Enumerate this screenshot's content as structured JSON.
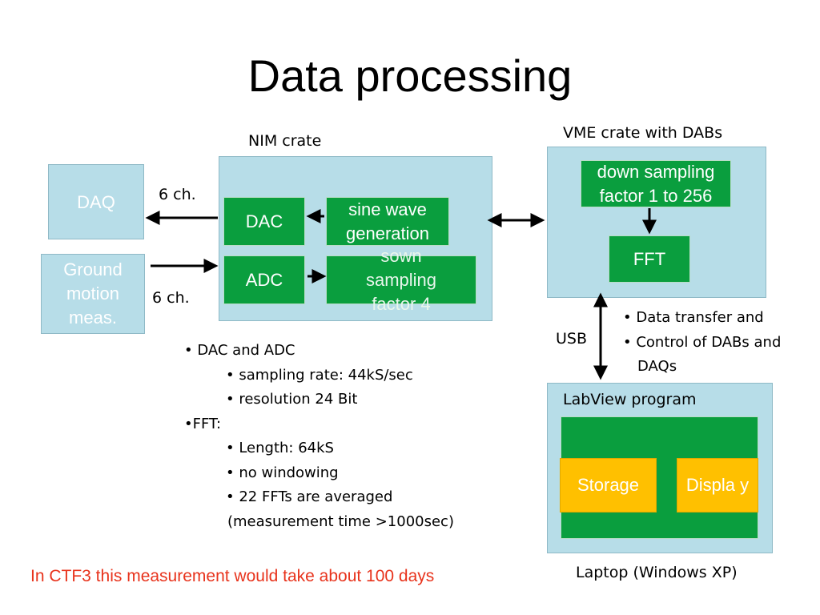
{
  "slide": {
    "title": "Data processing",
    "nim_crate_label": "NIM crate",
    "vme_crate_label": "VME crate with DABs",
    "daq": "DAQ",
    "ground_motion": "Ground motion meas.",
    "ch_out": "6 ch.",
    "ch_in": "6 ch.",
    "dac": "DAC",
    "adc": "ADC",
    "sine_wave": "sine wave generation",
    "sown_sampling": "sown sampling factor 4",
    "down_sampling": "down sampling factor 1 to 256",
    "fft": "FFT",
    "usb": "USB",
    "vme_notes": [
      "• Data transfer and",
      "• Control of DABs and",
      "DAQs"
    ],
    "labview": "LabView program",
    "storage": "Storage",
    "display": "Displa y",
    "laptop": "Laptop (Windows XP)",
    "notes": [
      "• DAC and ADC",
      "• sampling rate: 44kS/sec",
      "• resolution 24 Bit",
      "•FFT:",
      "• Length: 64kS",
      "• no windowing",
      "• 22 FFTs are averaged",
      "(measurement time >1000sec)"
    ],
    "footer": "In CTF3 this measurement would take about 100 days"
  },
  "colors": {
    "container_fill": "#b7dde8",
    "module_green": "#0a9e3e",
    "module_orange": "#ffc000",
    "footer_red": "#e8331c"
  }
}
